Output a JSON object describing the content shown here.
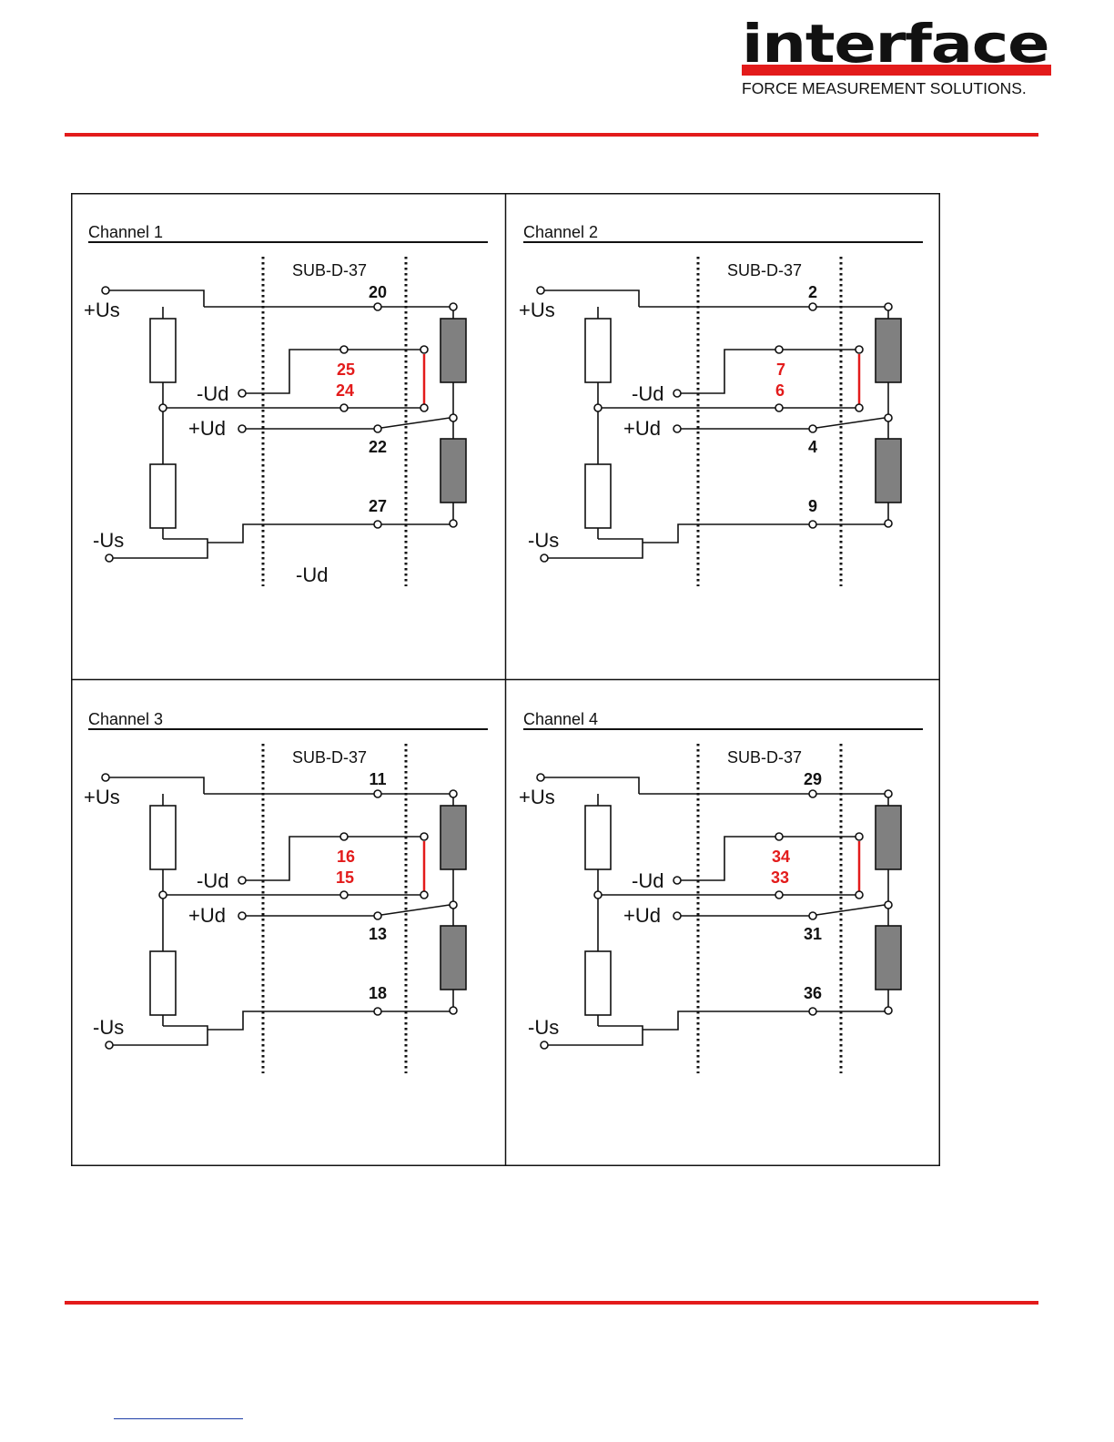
{
  "header": {
    "logo_word": "interface",
    "logo_tagline": "FORCE MEASUREMENT SOLUTIONS."
  },
  "colors": {
    "brand_red": "#e31b1b",
    "ink": "#111111",
    "bridge_gray": "#808080",
    "link_blue": "#1f3fa8"
  },
  "panels": [
    {
      "title": "Channel 1",
      "connector": "SUB-D-37",
      "labels": {
        "plus_us": "+Us",
        "minus_ud": "-Ud",
        "plus_ud": "+Ud",
        "minus_us": "-Us",
        "extra": "-Ud"
      },
      "pins": {
        "top": "20",
        "sense_a": "25",
        "sense_b": "24",
        "signal": "22",
        "bottom": "27"
      }
    },
    {
      "title": "Channel 2",
      "connector": "SUB-D-37",
      "labels": {
        "plus_us": "+Us",
        "minus_ud": "-Ud",
        "plus_ud": "+Ud",
        "minus_us": "-Us",
        "extra": ""
      },
      "pins": {
        "top": "2",
        "sense_a": "7",
        "sense_b": "6",
        "signal": "4",
        "bottom": "9"
      }
    },
    {
      "title": "Channel 3",
      "connector": "SUB-D-37",
      "labels": {
        "plus_us": "+Us",
        "minus_ud": "-Ud",
        "plus_ud": "+Ud",
        "minus_us": "-Us",
        "extra": ""
      },
      "pins": {
        "top": "11",
        "sense_a": "16",
        "sense_b": "15",
        "signal": "13",
        "bottom": "18"
      }
    },
    {
      "title": "Channel 4",
      "connector": "SUB-D-37",
      "labels": {
        "plus_us": "+Us",
        "minus_ud": "-Ud",
        "plus_ud": "+Ud",
        "minus_us": "-Us",
        "extra": ""
      },
      "pins": {
        "top": "29",
        "sense_a": "34",
        "sense_b": "33",
        "signal": "31",
        "bottom": "36"
      }
    }
  ]
}
